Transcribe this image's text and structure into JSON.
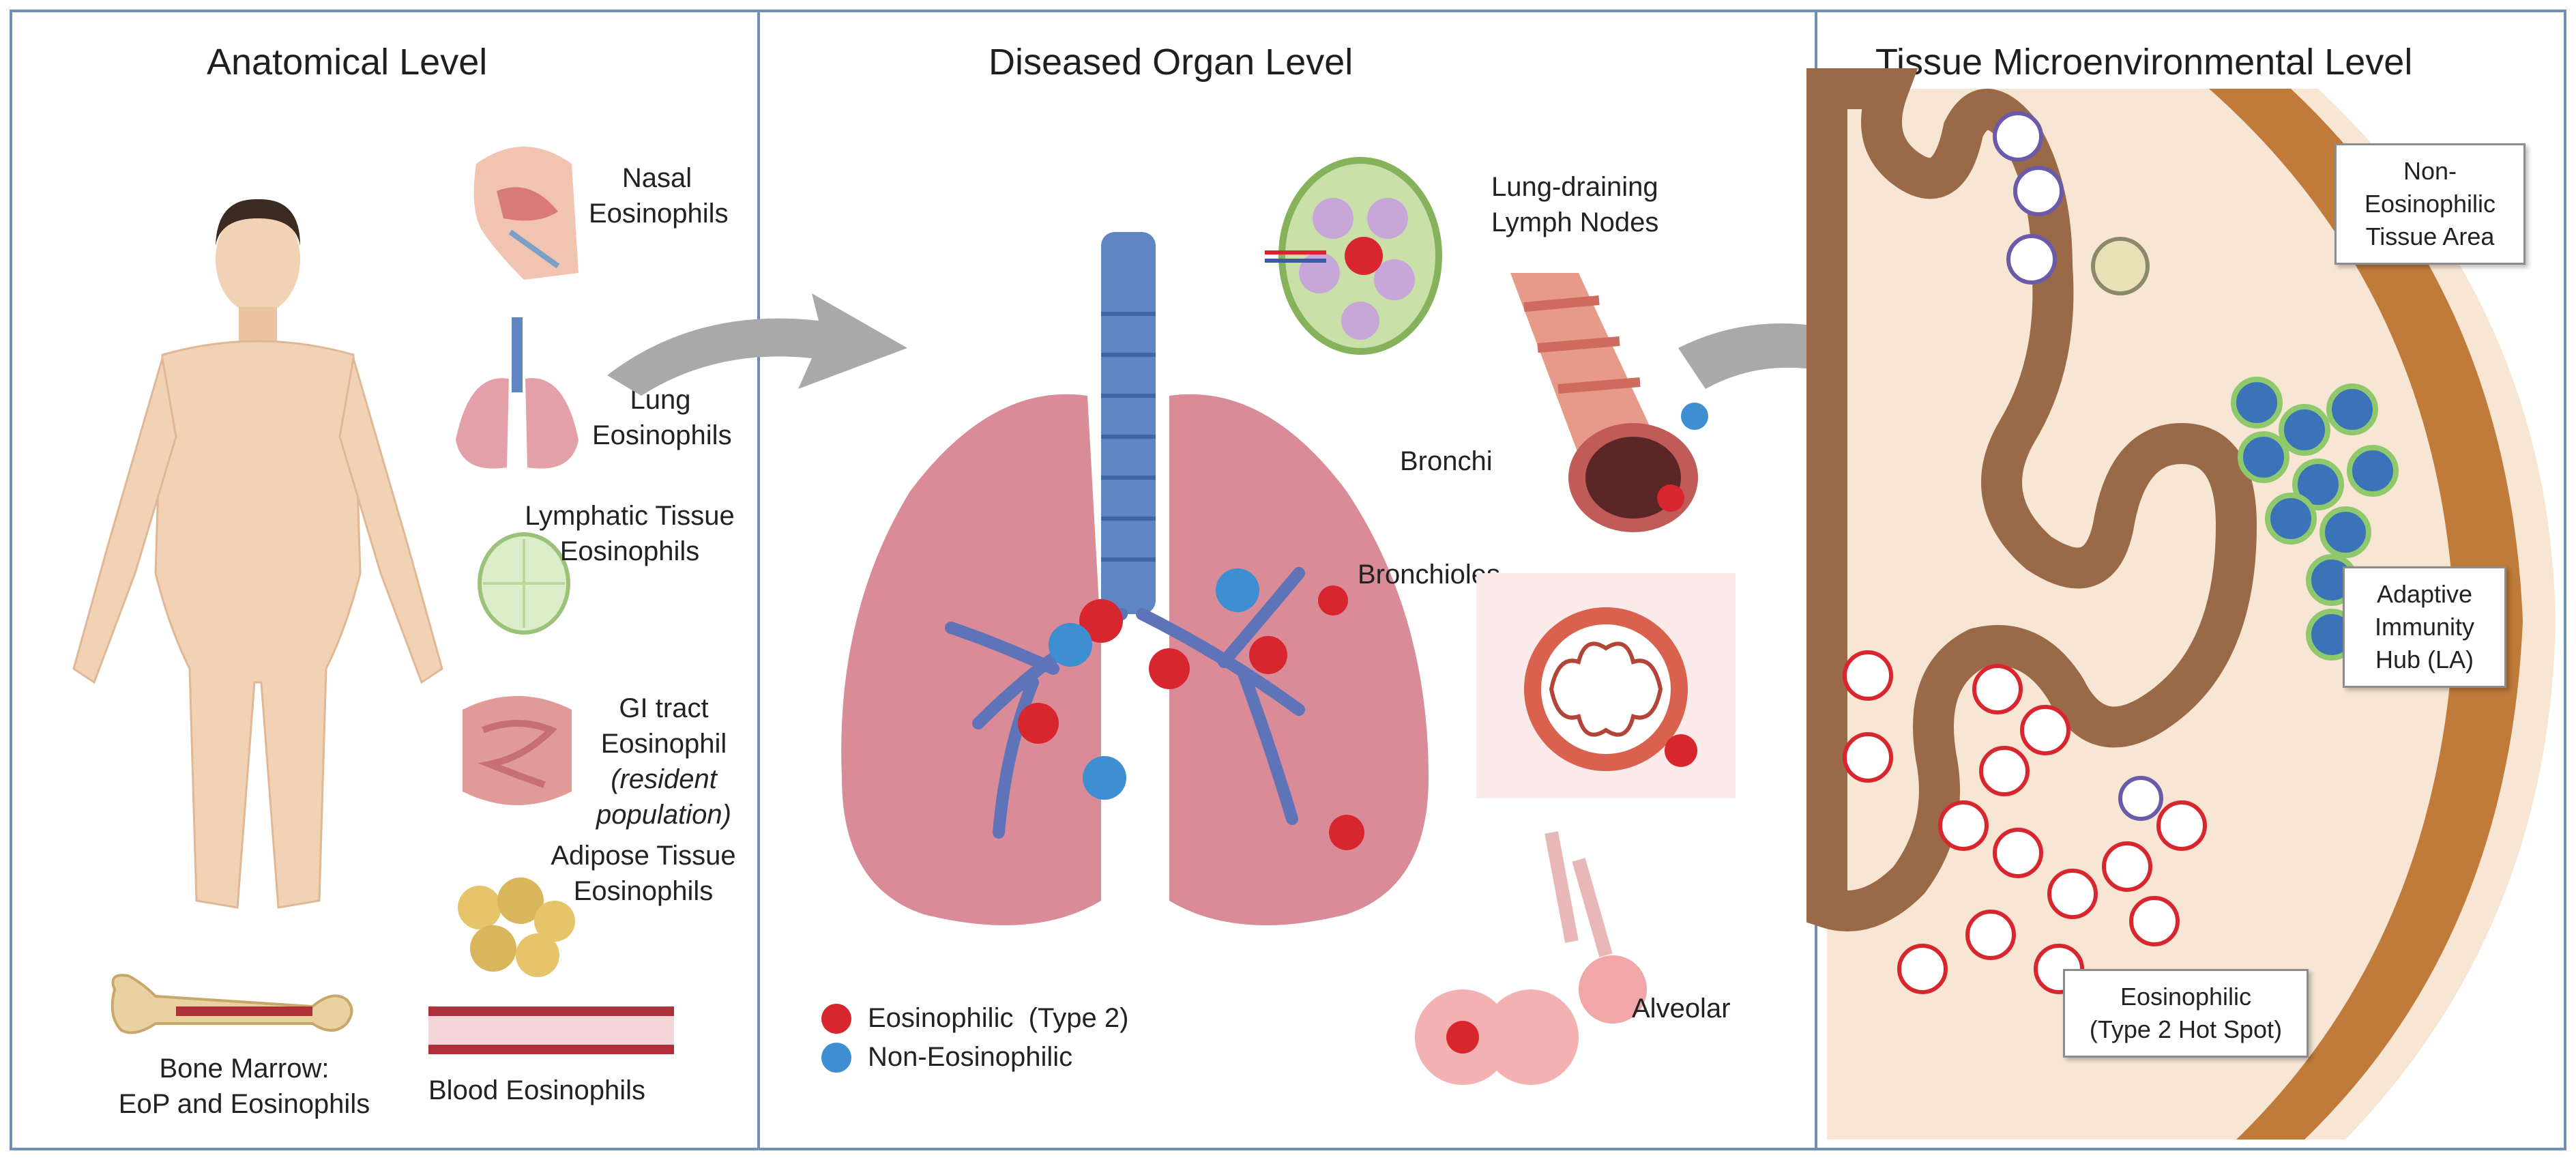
{
  "panels": {
    "anatomical": {
      "title": "Anatomical Level",
      "labels": {
        "nasal_1": "Nasal",
        "nasal_2": "Eosinophils",
        "lung_1": "Lung",
        "lung_2": "Eosinophils",
        "lymph_1": "Lymphatic Tissue",
        "lymph_2": "Eosinophils",
        "gi_1": "GI tract",
        "gi_2": "Eosinophil",
        "gi_3": "(resident",
        "gi_4": "population)",
        "adipose_1": "Adipose Tissue",
        "adipose_2": "Eosinophils",
        "marrow_1": "Bone Marrow:",
        "marrow_2": "EoP and Eosinophils",
        "blood": "Blood  Eosinophils"
      }
    },
    "organ": {
      "title": "Diseased Organ Level",
      "labels": {
        "lymph_nodes_1": "Lung-draining",
        "lymph_nodes_2": "Lymph Nodes",
        "bronchi": "Bronchi",
        "bronchioles": "Bronchioles",
        "alveolar": "Alveolar"
      },
      "legend": [
        {
          "label": "Eosinophilic  (Type 2)",
          "color": "#d7262e"
        },
        {
          "label": "Non-Eosinophilic",
          "color": "#3d8fd1"
        }
      ]
    },
    "tissue": {
      "title": "Tissue Microenvironmental Level",
      "boxes": {
        "non_eos_1": "Non-",
        "non_eos_2": "Eosinophilic",
        "non_eos_3": "Tissue Area",
        "adaptive_1": "Adaptive",
        "adaptive_2": "Immunity",
        "adaptive_3": "Hub (LA)",
        "hotspot_1": "Eosinophilic",
        "hotspot_2": "(Type 2 Hot Spot)"
      }
    }
  },
  "colors": {
    "border": "#6f8fb8",
    "skin": "#f2d2b4",
    "lung": "#d98c97",
    "trachea": "#5f86c2",
    "eos": "#d7262e",
    "non_eos": "#3d8fd1",
    "epithelium": "#9a6a48",
    "arrow": "#a9a9a9"
  }
}
